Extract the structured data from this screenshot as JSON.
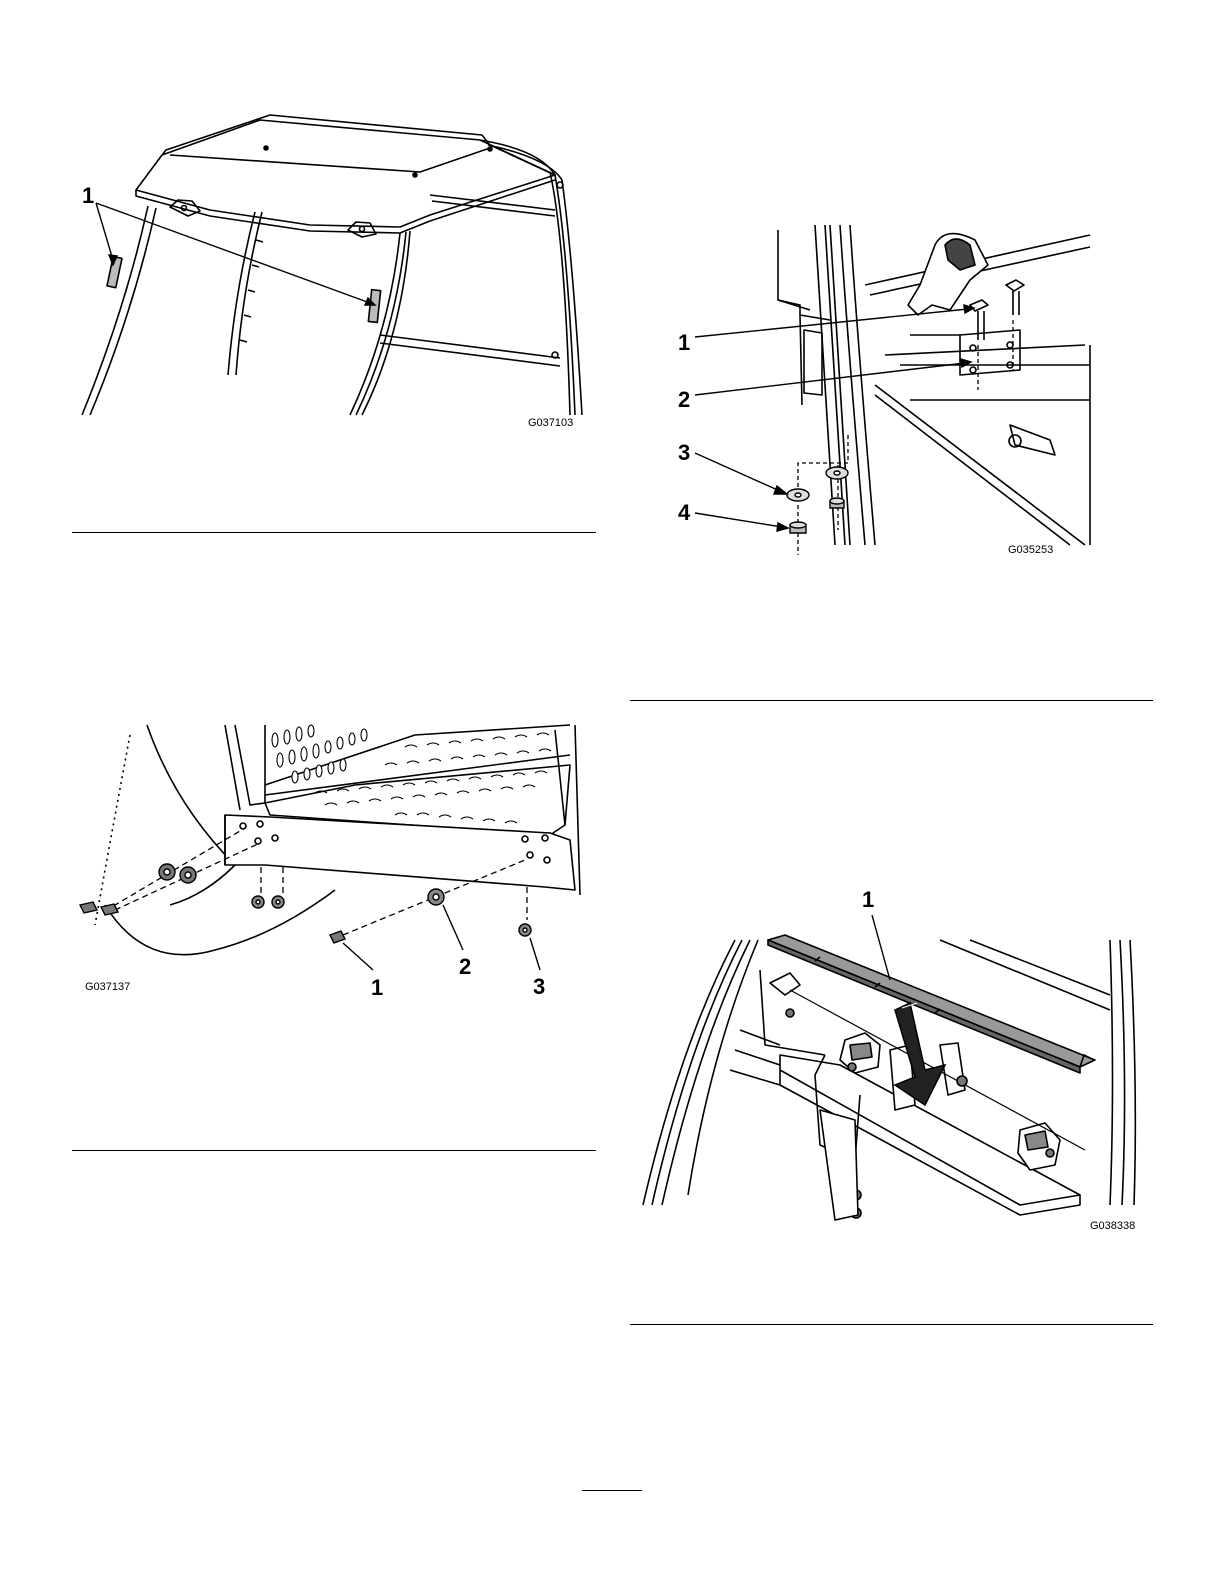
{
  "figures": [
    {
      "id": "G037103",
      "callouts": [
        "1"
      ]
    },
    {
      "id": "G035253",
      "callouts": [
        "1",
        "2",
        "3",
        "4"
      ]
    },
    {
      "id": "G037137",
      "callouts": [
        "1",
        "2",
        "3"
      ]
    },
    {
      "id": "G038338",
      "callouts": [
        "1"
      ]
    }
  ]
}
